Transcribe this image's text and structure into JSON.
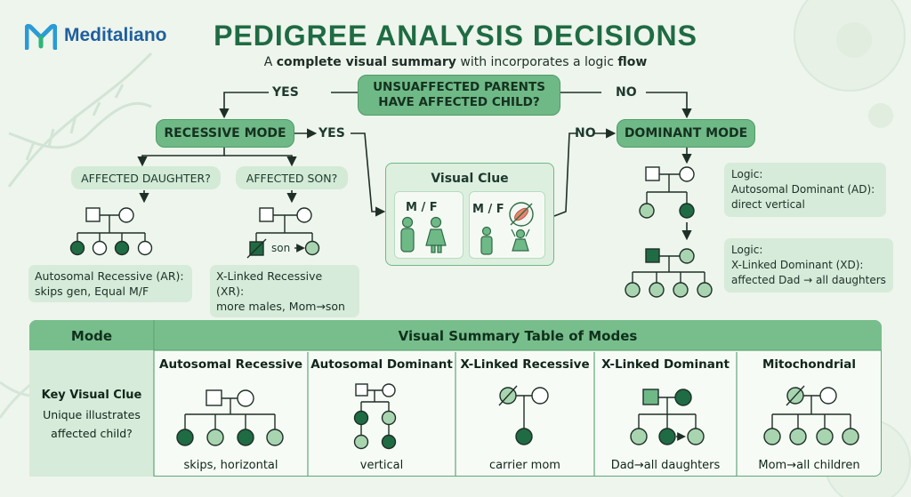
{
  "brand": {
    "name": "Meditaliano",
    "color": "#1f5f9e"
  },
  "title": "PEDIGREE ANALYSIS DECISIONS",
  "subtitle": {
    "pre": "A ",
    "bold1": "complete visual summary",
    "mid": " with incorporates a logic ",
    "bold2": "flow"
  },
  "flow": {
    "start": {
      "line1": "UNSUAFFECTED PARENTS",
      "line2": "HAVE AFFECTED CHILD?"
    },
    "yes_left": "YES",
    "no_right": "NO",
    "recessive": "RECESSIVE MODE",
    "yes_mid": "YES",
    "no_mid": "NO",
    "dominant": "DOMINANT MODE",
    "q_daughter": "AFFECTED DAUGHTER?",
    "q_son": "AFFECTED SON?",
    "son_label": "son",
    "visual_clue": {
      "title": "Visual Clue",
      "mf1": "M / F",
      "mf2": "M / F"
    },
    "ar_caption": {
      "line1": "Autosomal Recessive (AR):",
      "line2": "skips gen, Equal M/F"
    },
    "xr_caption": {
      "line1": "X-Linked Recessive (XR):",
      "line2": "more males, Mom→son"
    },
    "ad_logic": {
      "line1": "Logic:",
      "line2": "Autosomal Dominant (AD):",
      "line3": "direct vertical"
    },
    "xd_logic": {
      "line1": "Logic:",
      "line2": "X-Linked Dominant (XD):",
      "line3": "affected Dad → all daughters"
    }
  },
  "table": {
    "mode_header": "Mode",
    "summary_header": "Visual Summary Table of Modes",
    "row_label": {
      "line1": "Key Visual Clue",
      "line2": "Unique illustrates",
      "line3": "affected child?"
    },
    "columns": [
      {
        "name": "Autosomal Recessive",
        "caption": "skips, horizontal"
      },
      {
        "name": "Autosomal Dominant",
        "caption": "vertical"
      },
      {
        "name": "X-Linked Recessive",
        "caption": "carrier mom"
      },
      {
        "name": "X-Linked Dominant",
        "caption": "Dad→all daughters"
      },
      {
        "name": "Mitochondrial",
        "caption": "Mom→all children"
      }
    ]
  },
  "colors": {
    "affected": "#1f6b43",
    "unaffected_fill": "#a8d5b0",
    "empty": "#ffffff",
    "line": "#1e2f27",
    "accent": "#6fb987"
  }
}
